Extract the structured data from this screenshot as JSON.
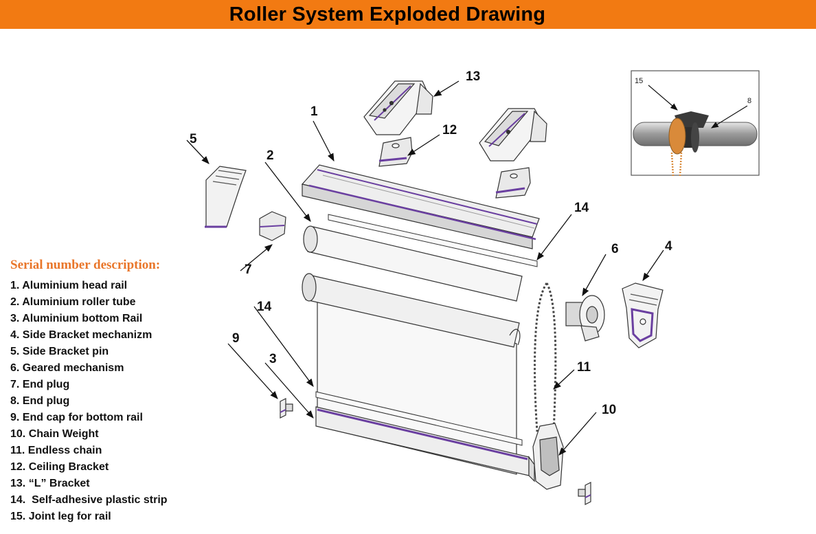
{
  "title": "Roller System Exploded Drawing",
  "legend": {
    "heading": "Serial number description:",
    "items": [
      "1. Aluminium head rail",
      "2. Aluminium roller tube",
      "3. Aluminium bottom Rail",
      "4. Side Bracket mechanizm",
      "5. Side Bracket pin",
      "6. Geared mechanism",
      "7. End plug",
      "8. End plug",
      "9. End cap for bottom rail",
      "10. Chain Weight",
      "11. Endless chain",
      "12. Ceiling Bracket",
      "13. “L” Bracket",
      "14.  Self-adhesive plastic strip",
      "15. Joint leg for rail"
    ]
  },
  "callouts": {
    "c1": "1",
    "c2": "2",
    "c3": "3",
    "c4": "4",
    "c5": "5",
    "c6": "6",
    "c7": "7",
    "c9": "9",
    "c10": "10",
    "c11": "11",
    "c12": "12",
    "c13": "13",
    "c14a": "14",
    "c14b": "14"
  },
  "inset": {
    "n15": "15",
    "n8": "8"
  },
  "colors": {
    "title_bar": "#f27a12",
    "heading": "#e9762a",
    "accent_purple": "#6a3fa0",
    "inset_orange": "#d98a3a"
  }
}
